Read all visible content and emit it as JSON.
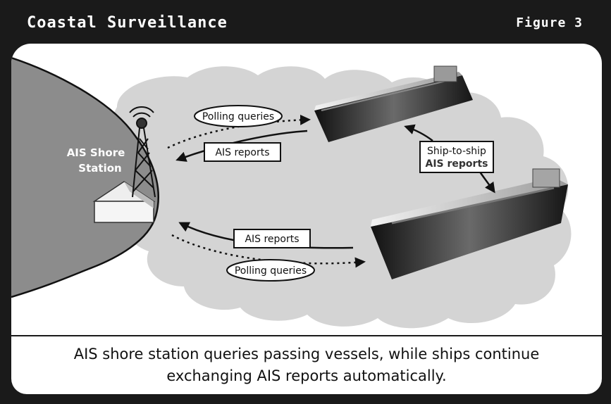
{
  "header": {
    "title": "Coastal Surveillance",
    "figure": "Figure 3"
  },
  "diagram": {
    "station_label_line1": "AIS Shore",
    "station_label_line2": "Station",
    "upper_polling": "Polling queries",
    "upper_reports": "AIS reports",
    "lower_reports": "AIS reports",
    "lower_polling": "Polling queries",
    "ship_to_ship_line1": "Ship-to-ship",
    "ship_to_ship_line2": "AIS reports"
  },
  "caption": {
    "line1": "AIS shore station queries passing vessels, while ships continue",
    "line2": "exchanging AIS reports automatically."
  },
  "colors": {
    "frame": "#1a1a1a",
    "land": "#8c8c8c",
    "coverage": "#d4d4d4",
    "hull": "#2a2a2a"
  },
  "icons": [
    "radio-tower-icon",
    "building-icon",
    "ship-icon"
  ]
}
